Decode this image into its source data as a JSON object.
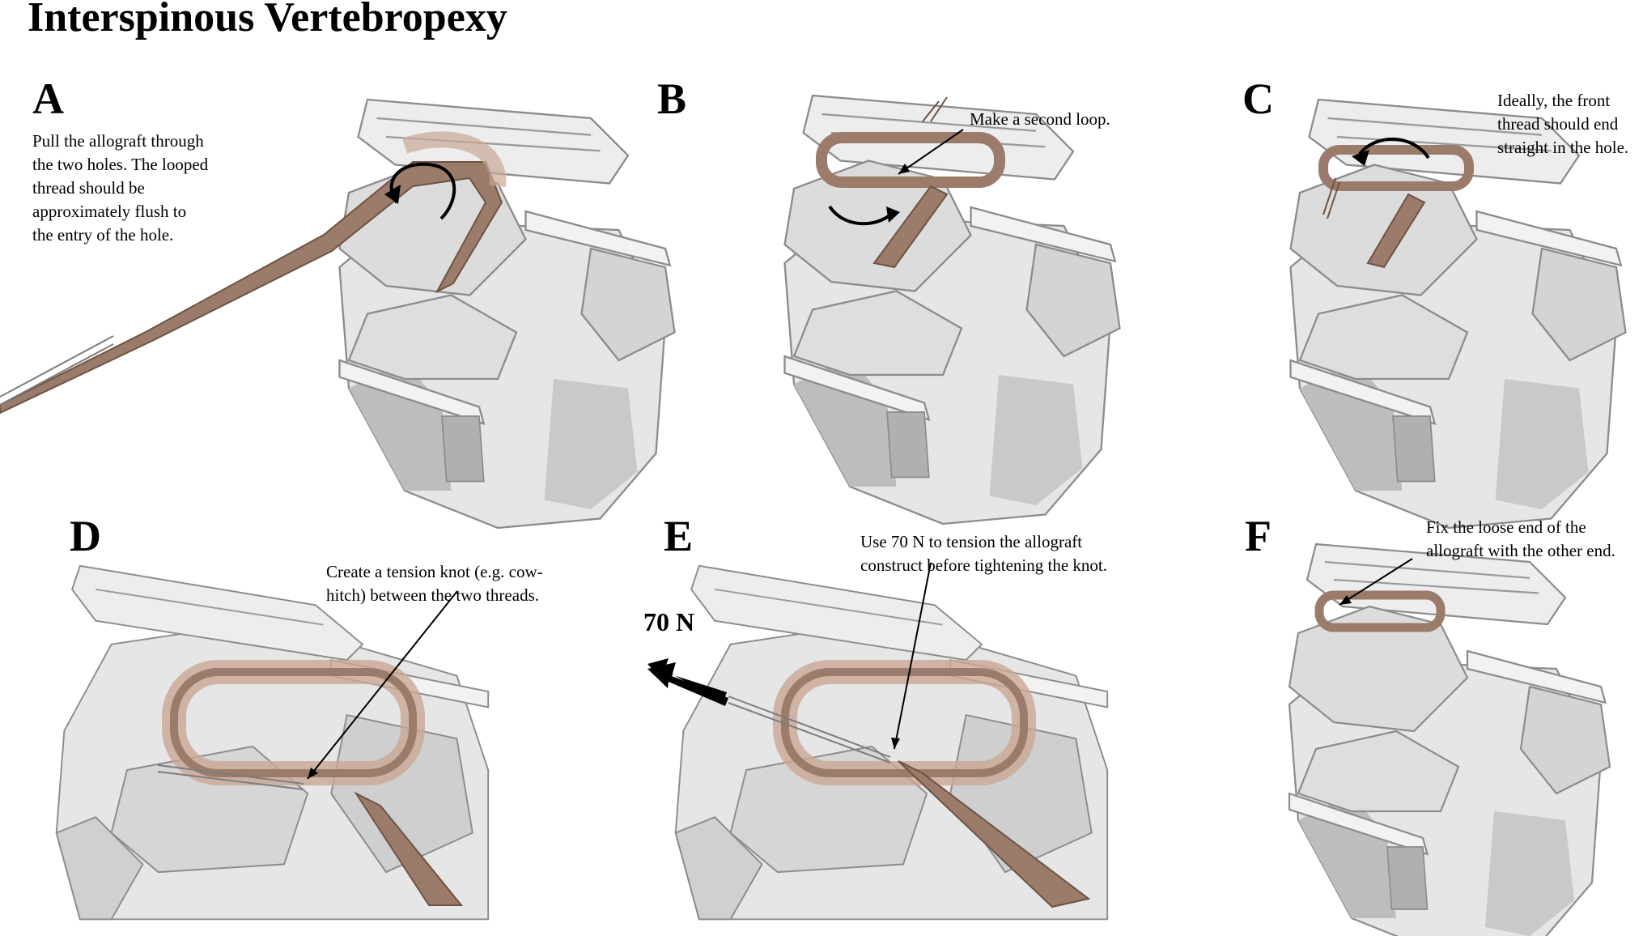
{
  "title": "Interspinous Vertebropexy",
  "panels": [
    {
      "letter": "A",
      "caption": "Pull the allograft through\nthe two holes. The looped\nthread should be\napproximately flush to\nthe entry of the hole."
    },
    {
      "letter": "B",
      "caption": "Make a second loop."
    },
    {
      "letter": "C",
      "caption": "Ideally, the front\nthread should end\nstraight in the hole."
    },
    {
      "letter": "D",
      "caption": "Create a tension knot (e.g. cow-\nhitch) between the two threads."
    },
    {
      "letter": "E",
      "caption": "Use 70 N to tension the allograft\nconstruct before tightening the knot.",
      "force_label": "70 N"
    },
    {
      "letter": "F",
      "caption": "Fix the loose end of the\nallograft with the other end."
    }
  ],
  "colors": {
    "bone": "#e6e6e6",
    "bone_shadow": "#b8b8b8",
    "bone_outline": "#8c8c8c",
    "allograft": "#9b7b69",
    "allograft_light": "#c9a896"
  }
}
